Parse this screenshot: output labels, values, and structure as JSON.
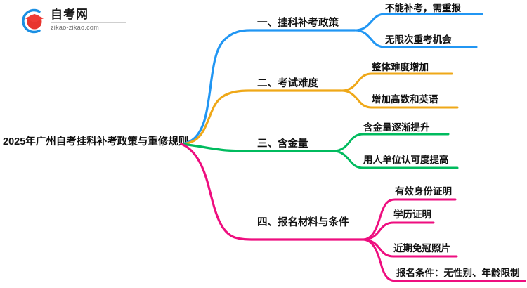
{
  "logo": {
    "name": "zikao-logo",
    "title": "自考网",
    "url": "zikao-zikao.com",
    "mark_colors": {
      "arc": "#1a8fe3",
      "cap": "#e8352e"
    }
  },
  "mindmap": {
    "root": {
      "label": "2025年广州自考挂科补考政策与重修规则"
    },
    "branches": [
      {
        "id": "branch-1",
        "label": "一、挂科补考政策",
        "color": "#2196f3",
        "children": [
          {
            "id": "leaf-1-1",
            "label": "不能补考，需重报"
          },
          {
            "id": "leaf-1-2",
            "label": "无限次重考机会"
          }
        ]
      },
      {
        "id": "branch-2",
        "label": "二、考试难度",
        "color": "#efa818",
        "children": [
          {
            "id": "leaf-2-1",
            "label": "整体难度增加"
          },
          {
            "id": "leaf-2-2",
            "label": "增加高数和英语"
          }
        ]
      },
      {
        "id": "branch-3",
        "label": "三、含金量",
        "color": "#00bb5e",
        "children": [
          {
            "id": "leaf-3-1",
            "label": "含金量逐渐提升"
          },
          {
            "id": "leaf-3-2",
            "label": "用人单位认可度提高"
          }
        ]
      },
      {
        "id": "branch-4",
        "label": "四、报名材料与条件",
        "color": "#ee0e7f",
        "children": [
          {
            "id": "leaf-4-1",
            "label": "有效身份证明"
          },
          {
            "id": "leaf-4-2",
            "label": "学历证明"
          },
          {
            "id": "leaf-4-3",
            "label": "近期免冠照片"
          },
          {
            "id": "leaf-4-4",
            "label": "报名条件：无性别、年龄限制"
          }
        ]
      }
    ]
  }
}
